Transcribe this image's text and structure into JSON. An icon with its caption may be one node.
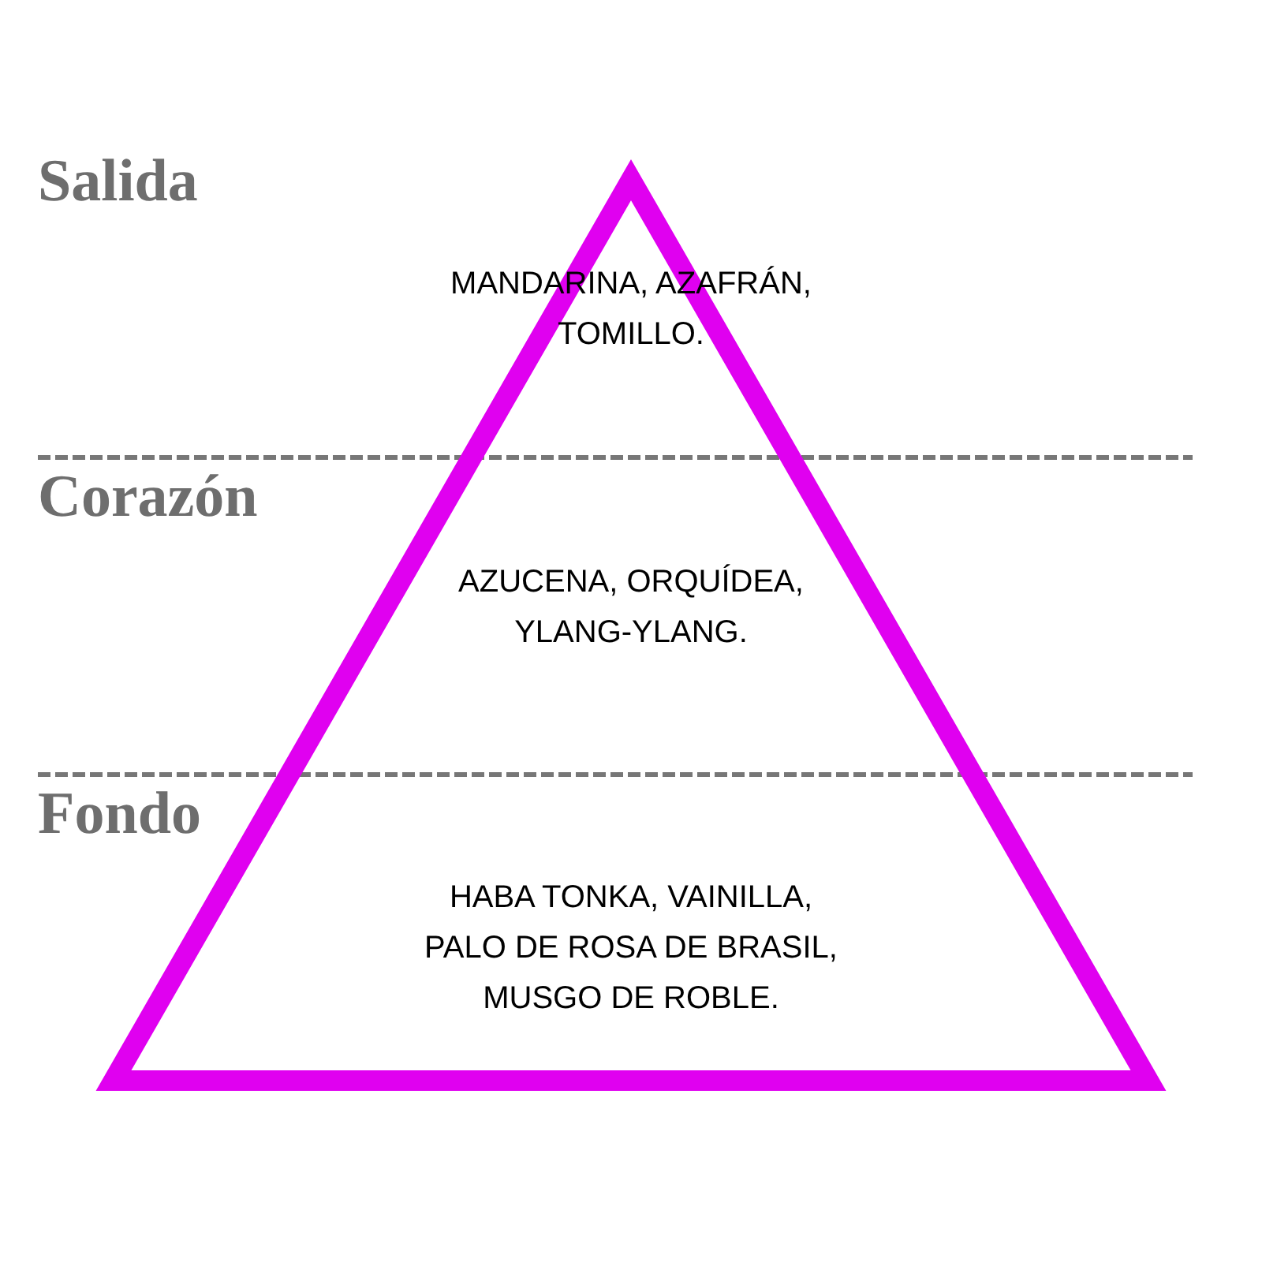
{
  "diagram": {
    "nodes": [
      {
        "text": [
          "Salida",
          "MANDARINA, AZAFRÁN, TOMILLO."
        ]
      },
      {
        "text": [
          "Corazón",
          "AZUCENA, ORQUÍDEA, YLANG-YLANG."
        ]
      },
      {
        "text": [
          "Fondo",
          "HABA TONKA, VAINILLA, PALO DE ROSA DE BRASIL, MUSGO DE ROBLE."
        ]
      }
    ]
  }
}
